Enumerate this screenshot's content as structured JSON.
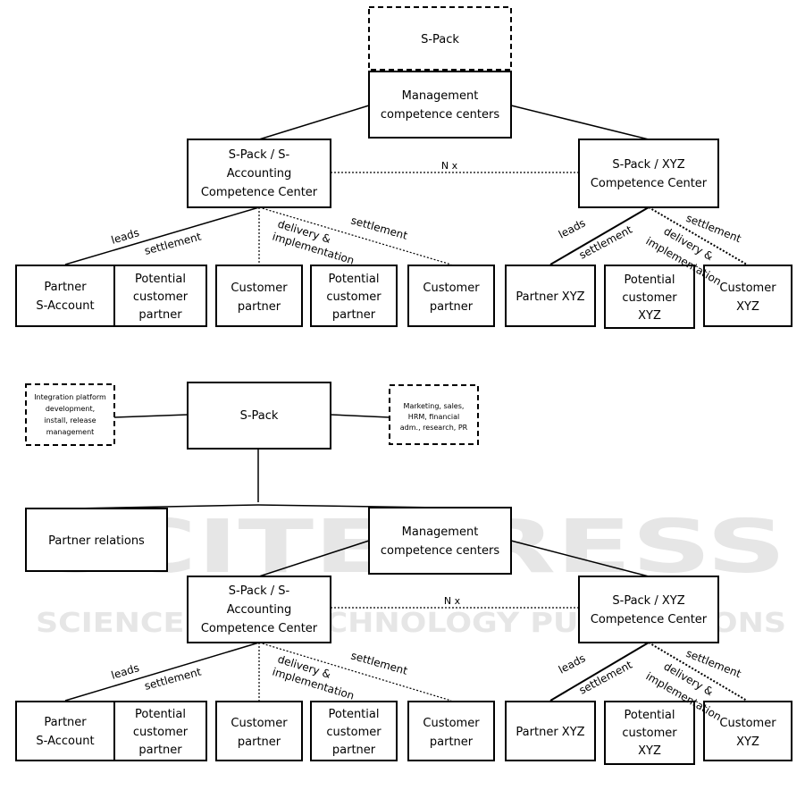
{
  "watermark": {
    "line1": "SCITEPRESS",
    "line2": "SCIENCE AND TECHNOLOGY PUBLICATIONS"
  },
  "d1": {
    "spack": "S-Pack",
    "mgmt": [
      "Management",
      "competence centers"
    ],
    "saccCC": [
      "S-Pack / S-",
      "Accounting",
      "Competence Center"
    ],
    "xyzCC": [
      "S-Pack / XYZ",
      "Competence Center"
    ],
    "nx": "N x",
    "leads": "leads",
    "settlement": "settlement",
    "delivery": [
      "delivery &",
      "implementation"
    ],
    "settlement2": "settlement",
    "xyzLeads": "leads",
    "xyzSettlement": "settlement",
    "xyzDelivery": [
      "delivery &",
      "implementation"
    ],
    "xyzSettlement2": "settlement",
    "partnerSAccount": [
      "Partner",
      "S-Account"
    ],
    "potential1": [
      "Potential",
      "customer",
      "partner"
    ],
    "customer1": [
      "Customer",
      "partner"
    ],
    "potential2": [
      "Potential",
      "customer",
      "partner"
    ],
    "customer2": [
      "Customer",
      "partner"
    ],
    "partnerXYZ": "Partner XYZ",
    "potentialXYZ": [
      "Potential",
      "customer",
      "XYZ"
    ],
    "customerXYZ": [
      "Customer",
      "XYZ"
    ]
  },
  "d2": {
    "integration": [
      "Integration platform",
      "development,",
      "install, release",
      "management"
    ],
    "spack": "S-Pack",
    "marketing": [
      "Marketing, sales,",
      "HRM, financial",
      "adm., research, PR"
    ],
    "partnerRelations": "Partner relations",
    "mgmt": [
      "Management",
      "competence centers"
    ],
    "saccCC": [
      "S-Pack / S-",
      "Accounting",
      "Competence Center"
    ],
    "xyzCC": [
      "S-Pack / XYZ",
      "Competence Center"
    ],
    "nx": "N x",
    "leads": "leads",
    "settlement": "settlement",
    "delivery": [
      "delivery &",
      "implementation"
    ],
    "settlement2": "settlement",
    "xyzLeads": "leads",
    "xyzSettlement": "settlement",
    "xyzDelivery": [
      "delivery &",
      "implementation"
    ],
    "xyzSettlement2": "settlement",
    "partnerSAccount": [
      "Partner",
      "S-Account"
    ],
    "potential1": [
      "Potential",
      "customer",
      "partner"
    ],
    "customer1": [
      "Customer",
      "partner"
    ],
    "potential2": [
      "Potential",
      "customer",
      "partner"
    ],
    "customer2": [
      "Customer",
      "partner"
    ],
    "partnerXYZ": "Partner XYZ",
    "potentialXYZ": [
      "Potential",
      "customer",
      "XYZ"
    ],
    "customerXYZ": [
      "Customer",
      "XYZ"
    ]
  }
}
